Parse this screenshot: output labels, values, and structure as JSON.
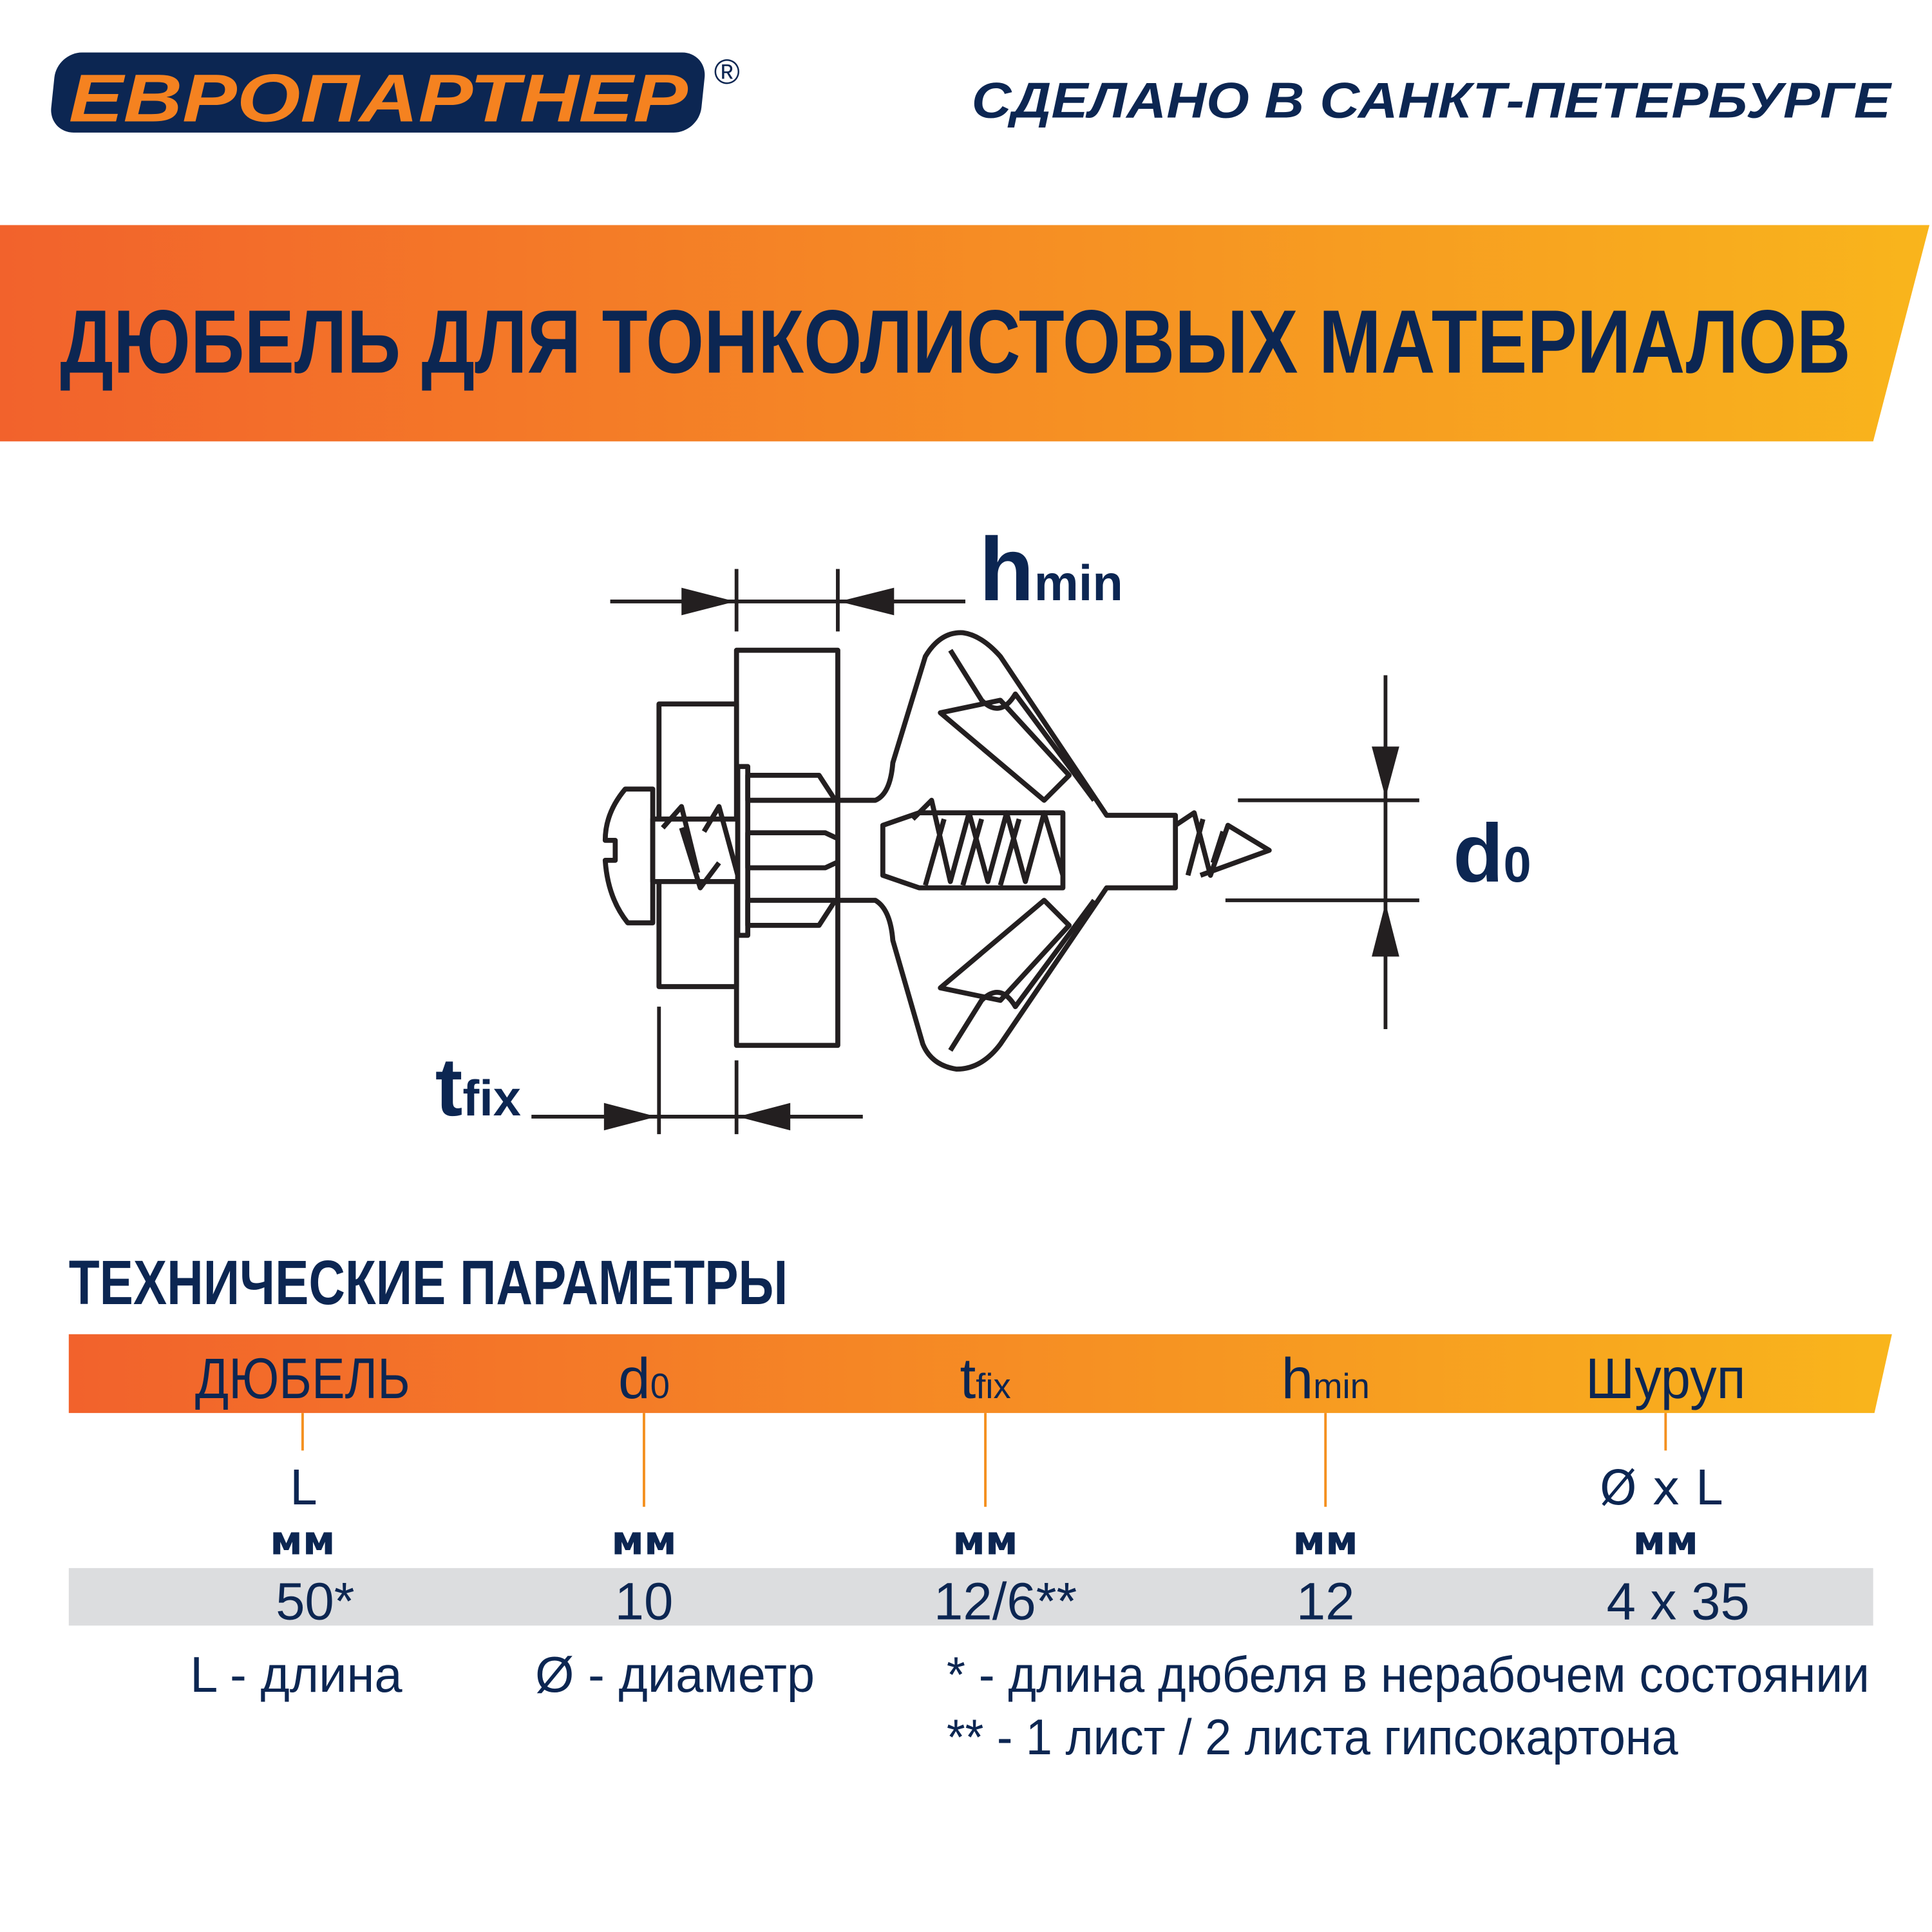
{
  "brand": {
    "logo_text": "ЕВРОПАРТНЕР",
    "registered": "®",
    "tagline": "СДЕЛАНО В САНКТ-ПЕТЕРБУРГЕ"
  },
  "title": "ДЮБЕЛЬ ДЛЯ ТОНКОЛИСТОВЫХ МАТЕРИАЛОВ",
  "diagram": {
    "hmin": {
      "main": "h",
      "sub": "min"
    },
    "d0": {
      "main": "d",
      "sub": "0"
    },
    "tfix": {
      "main": "t",
      "sub": "fix"
    }
  },
  "specs": {
    "heading": "ТЕХНИЧЕСКИЕ ПАРАМЕТРЫ",
    "columns": [
      {
        "header": "ДЮБЕЛЬ",
        "sub": "",
        "param": "L",
        "unit": "мм",
        "value": "50*"
      },
      {
        "header": "d",
        "sub": "0",
        "param": "",
        "unit": "мм",
        "value": "10"
      },
      {
        "header": "t",
        "sub": "fix",
        "param": "",
        "unit": "мм",
        "value": "12/6**"
      },
      {
        "header": "h",
        "sub": "min",
        "param": "",
        "unit": "мм",
        "value": "12"
      },
      {
        "header": "Шуруп",
        "sub": "",
        "param": "Ø x L",
        "unit": "мм",
        "value": "4 x 35"
      }
    ],
    "legend": {
      "length": "L  - длина",
      "diameter": "Ø - диаметр",
      "note1": "*   - длина дюбеля в нерабочем состоянии",
      "note2": "** - 1 лист / 2 листа гипсокартона"
    }
  },
  "colors": {
    "navy": "#0c2652",
    "orange_start": "#f2622c",
    "orange_end": "#f9b51c",
    "row_grey": "#dcdddf"
  }
}
